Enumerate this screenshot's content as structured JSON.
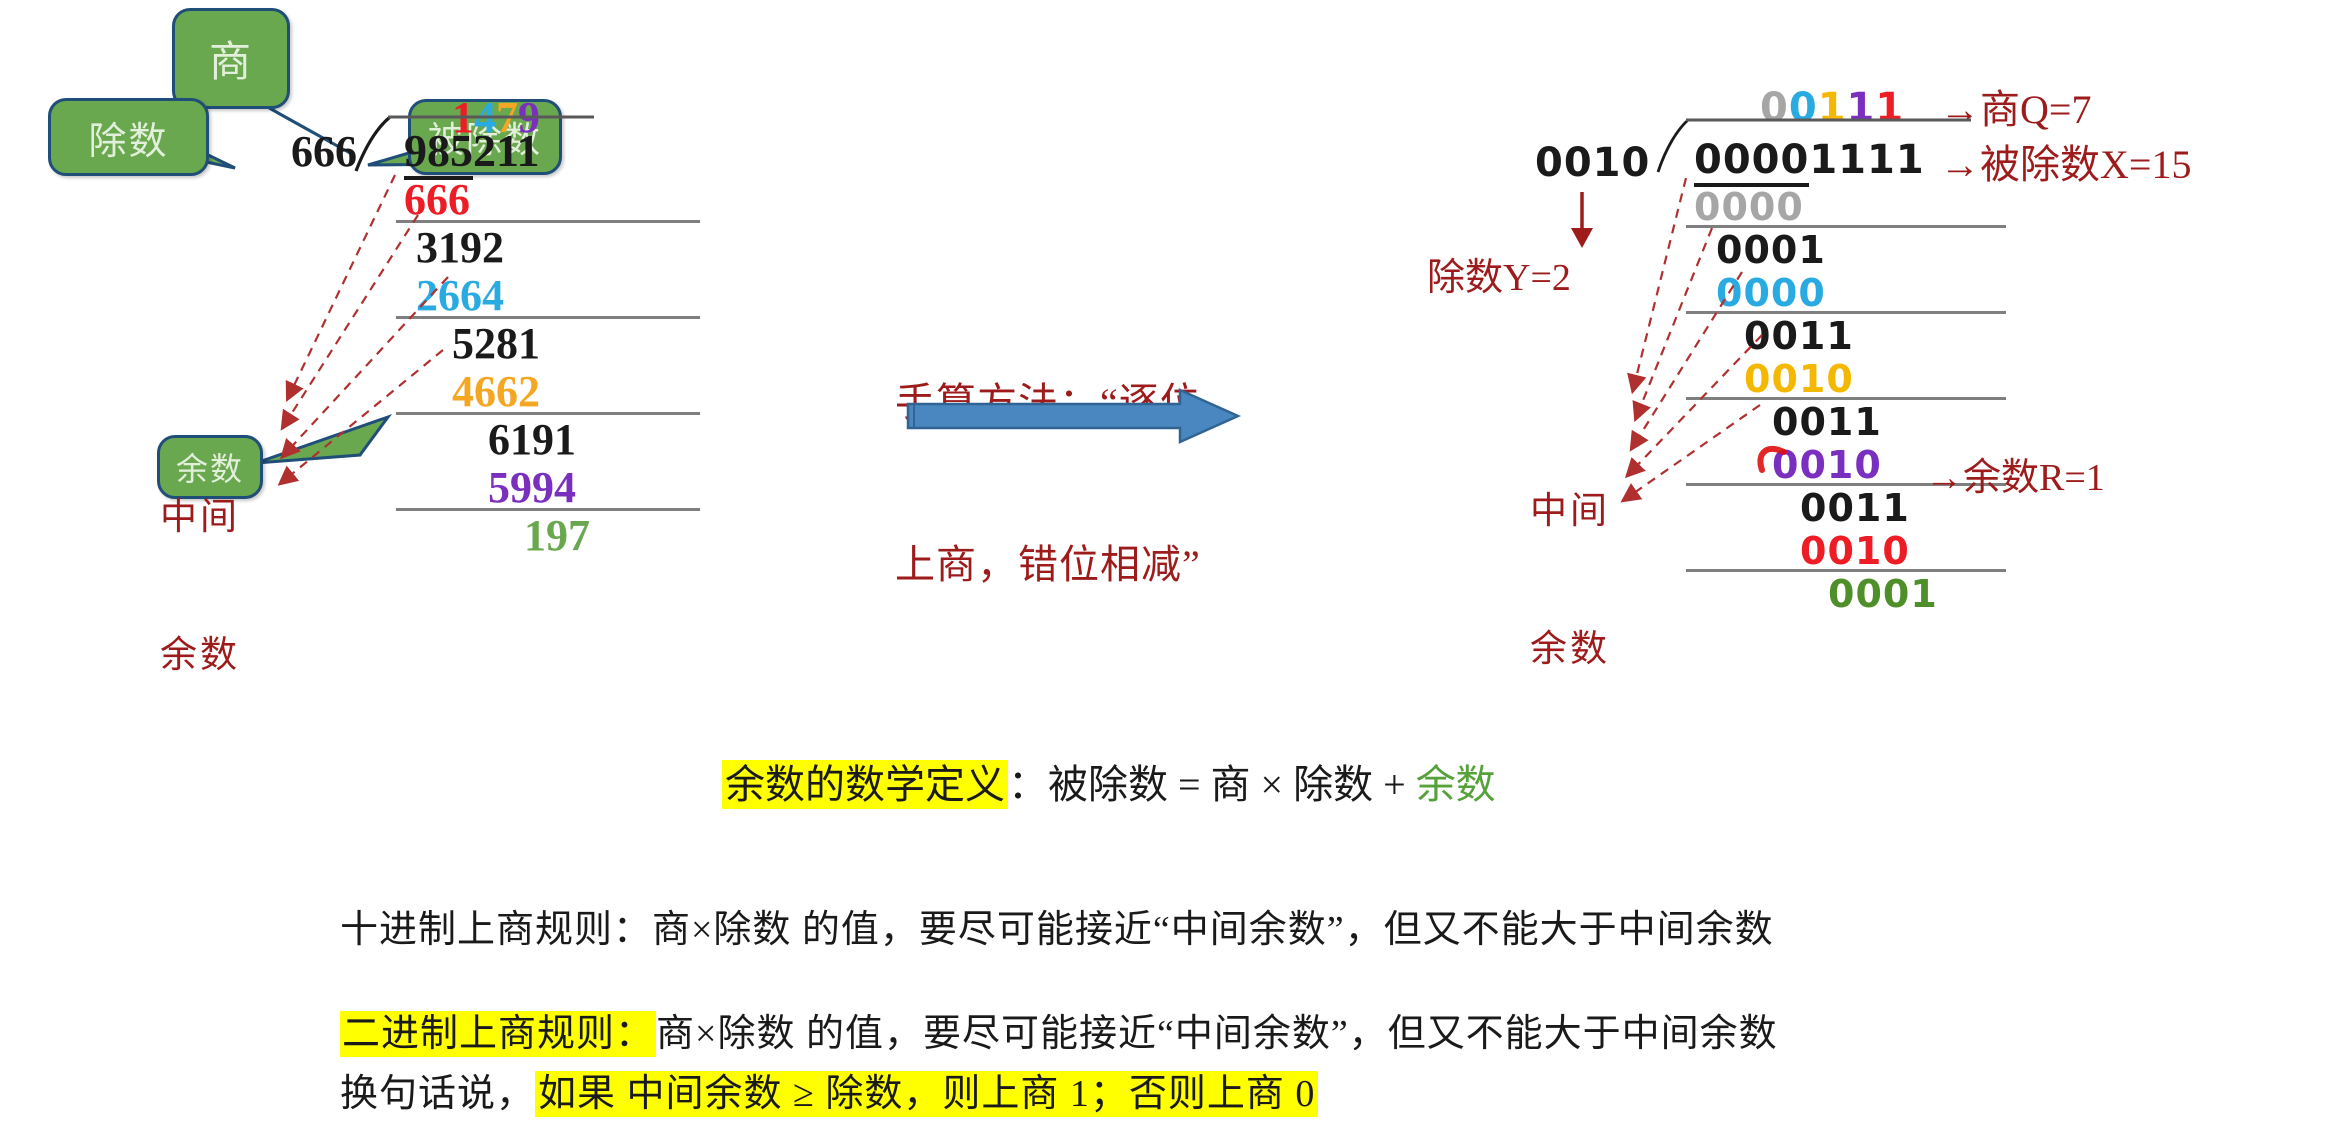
{
  "callouts": {
    "quotient": "商",
    "divisor": "除数",
    "dividend": "被除数",
    "remainder": "余数"
  },
  "labels": {
    "intermediate_remainder_decimal_line1": "中间",
    "intermediate_remainder_decimal_line2": "余数",
    "intermediate_remainder_binary_line1": "中间",
    "intermediate_remainder_binary_line2": "余数",
    "divisor_y": "除数Y=2",
    "quotient_q": "→商Q=7",
    "dividend_x": "→被除数X=15",
    "remainder_r": "→余数R=1"
  },
  "method_note": {
    "line1": "手算方法：“逐位",
    "line2": "上商，错位相减”"
  },
  "decimal_division": {
    "divisor": "666",
    "quotient_digits": [
      {
        "d": "1",
        "color": "#ee1c25"
      },
      {
        "d": "4",
        "color": "#29abe2"
      },
      {
        "d": "7",
        "color": "#f5a623"
      },
      {
        "d": "9",
        "color": "#7b2fbe"
      }
    ],
    "dividend": "985211",
    "dividend_underline_digits": "985",
    "rows": [
      {
        "value": "666",
        "color": "#ee1c25",
        "indent": 0,
        "rule_after": true
      },
      {
        "value": "3192",
        "color": "#1a1a1a",
        "indent": 12,
        "rule_after": false
      },
      {
        "value": "2664",
        "color": "#29abe2",
        "indent": 12,
        "rule_after": true
      },
      {
        "value": "5281",
        "color": "#1a1a1a",
        "indent": 48,
        "rule_after": false
      },
      {
        "value": "4662",
        "color": "#f5a623",
        "indent": 48,
        "rule_after": true
      },
      {
        "value": "6191",
        "color": "#1a1a1a",
        "indent": 84,
        "rule_after": false
      },
      {
        "value": "5994",
        "color": "#7b2fbe",
        "indent": 84,
        "rule_after": true
      },
      {
        "value": "197",
        "color": "#6aa84f",
        "indent": 120,
        "rule_after": false
      }
    ]
  },
  "binary_division": {
    "divisor": "0010",
    "quotient_digits": [
      {
        "d": "0",
        "color": "#a6a6a6"
      },
      {
        "d": "0",
        "color": "#29abe2"
      },
      {
        "d": "1",
        "color": "#f5b800"
      },
      {
        "d": "1",
        "color": "#7b2fbe"
      },
      {
        "d": "1",
        "color": "#ee1c25"
      }
    ],
    "dividend": "00001111",
    "dividend_underline_digits": "0000",
    "rows": [
      {
        "value": "0000",
        "color": "#a6a6a6",
        "indent": 0,
        "rule_after": true
      },
      {
        "value": "0001",
        "color": "#1a1a1a",
        "indent": 22,
        "rule_after": false
      },
      {
        "value": "0000",
        "color": "#29abe2",
        "indent": 22,
        "rule_after": true
      },
      {
        "value": "0011",
        "color": "#1a1a1a",
        "indent": 50,
        "rule_after": false
      },
      {
        "value": "0010",
        "color": "#f5b800",
        "indent": 50,
        "rule_after": true
      },
      {
        "value": "0011",
        "color": "#1a1a1a",
        "indent": 78,
        "rule_after": false
      },
      {
        "value": "0010",
        "color": "#7b2fbe",
        "indent": 78,
        "rule_after": true
      },
      {
        "value": "0011",
        "color": "#1a1a1a",
        "indent": 106,
        "rule_after": false
      },
      {
        "value": "0010",
        "color": "#ee1c25",
        "indent": 106,
        "rule_after": true
      },
      {
        "value": "0001",
        "color": "#4f8f29",
        "indent": 134,
        "rule_after": false
      }
    ]
  },
  "definition_line": {
    "highlight": "余数的数学定义",
    "colon": "：",
    "body": "被除数 = 商 × 除数 + ",
    "remainder_word": "余数"
  },
  "rules": {
    "decimal": "十进制上商规则：商×除数 的值，要尽可能接近“中间余数”，但又不能大于中间余数",
    "binary_highlight": "二进制上商规则：",
    "binary_rest": "商×除数 的值，要尽可能接近“中间余数”，但又不能大于中间余数",
    "binary_line2_prefix": "换句话说，",
    "binary_line2_highlight": "如果 中间余数 ≥ 除数，则上商 1；否则上商 0"
  },
  "colors": {
    "callout_fill": "#6aa84f",
    "callout_border": "#1f4e79",
    "annotation_red": "#9e1b1b",
    "arrow_blue": "#3c78b4",
    "highlight_yellow": "#ffff00"
  }
}
